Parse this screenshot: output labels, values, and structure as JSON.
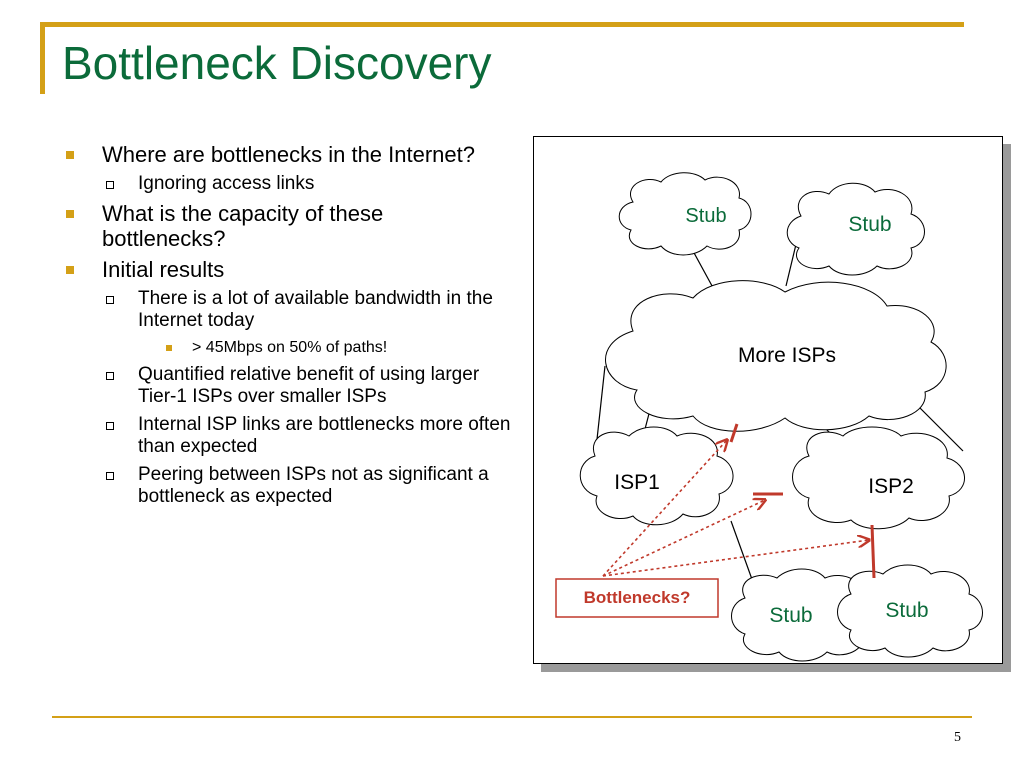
{
  "slide": {
    "title": "Bottleneck Discovery",
    "page_number": "5"
  },
  "bullets": [
    {
      "level": 1,
      "text": "Where are bottlenecks in the Internet?"
    },
    {
      "level": 2,
      "text": "Ignoring access links"
    },
    {
      "level": 1,
      "text": "What is the capacity of these bottlenecks?"
    },
    {
      "level": 1,
      "text": "Initial results"
    },
    {
      "level": 2,
      "text": "There is a lot of available bandwidth in the Internet today"
    },
    {
      "level": 3,
      "text": "> 45Mbps on 50% of paths!"
    },
    {
      "level": 2,
      "text": "Quantified relative benefit of using larger Tier-1 ISPs over smaller ISPs"
    },
    {
      "level": 2,
      "text": "Internal ISP links are bottlenecks more often than expected"
    },
    {
      "level": 2,
      "text": "Peering between ISPs not as significant a bottleneck as expected"
    }
  ],
  "diagram": {
    "clouds": {
      "stub_top_left": "Stub",
      "stub_top_right": "Stub",
      "more_isps": "More ISPs",
      "isp1": "ISP1",
      "isp2": "ISP2",
      "stub_bottom_left": "Stub",
      "stub_bottom_right": "Stub"
    },
    "callout": "Bottlenecks?"
  },
  "colors": {
    "title": "#0b6b3a",
    "accent": "#d4a017",
    "stub_text": "#0b6b3a",
    "bottleneck": "#c0392b"
  }
}
